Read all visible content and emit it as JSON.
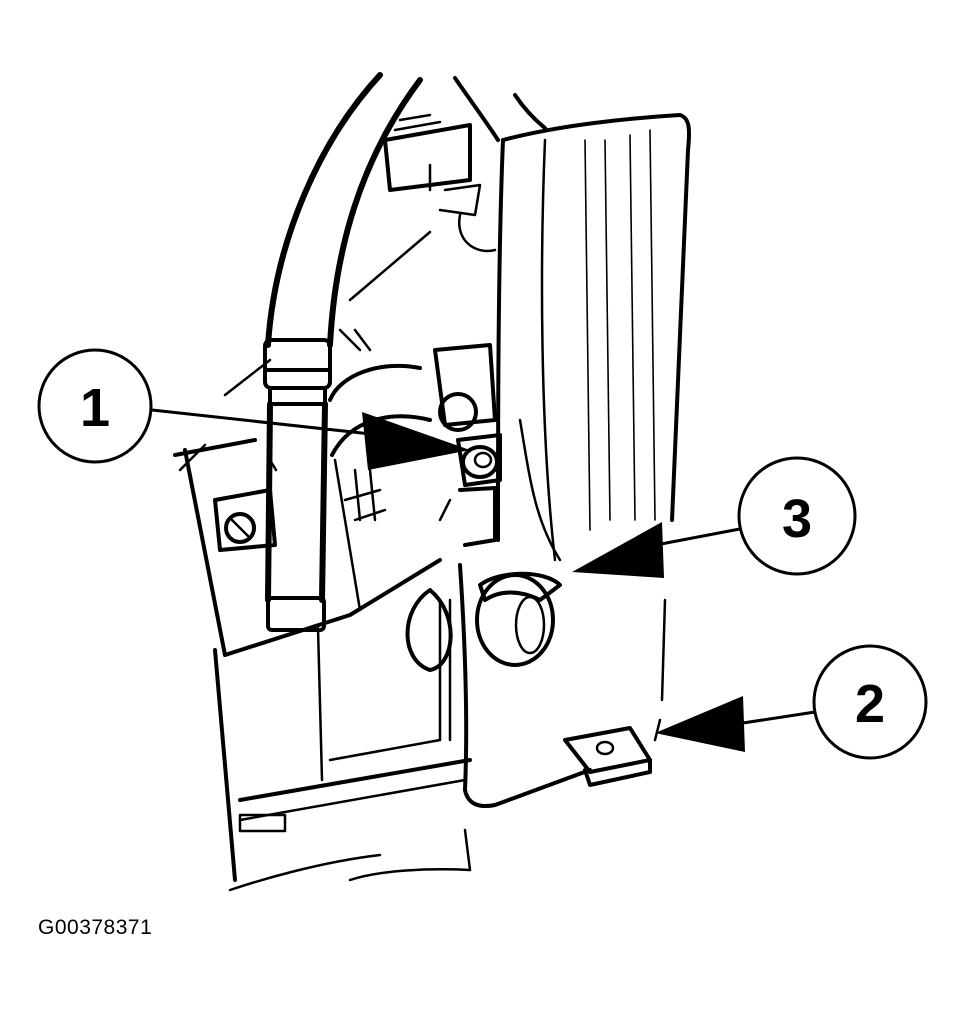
{
  "callouts": [
    {
      "id": "callout-1",
      "label": "1"
    },
    {
      "id": "callout-2",
      "label": "2"
    },
    {
      "id": "callout-3",
      "label": "3"
    }
  ],
  "figure_id": "G00378371",
  "colors": {
    "ink": "#000000",
    "paper": "#ffffff"
  }
}
